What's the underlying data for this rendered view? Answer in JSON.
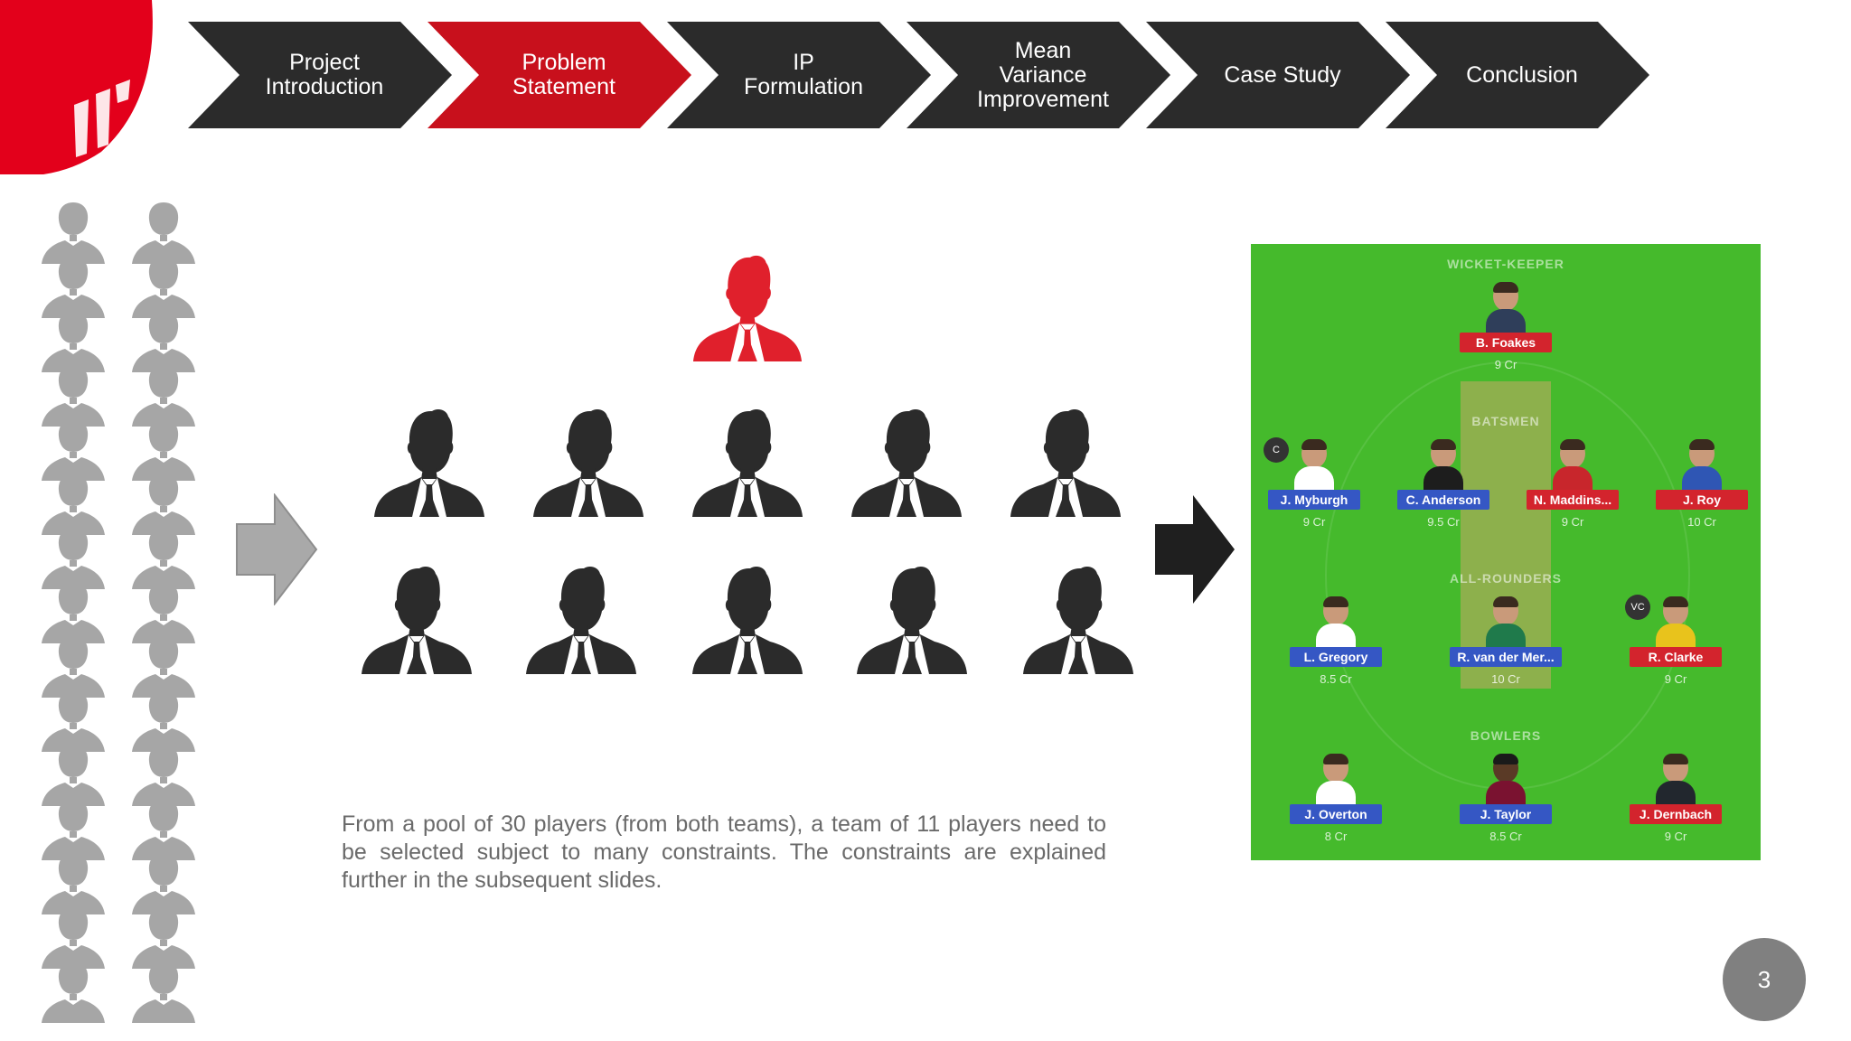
{
  "nav": {
    "steps": [
      {
        "label": "Project Introduction",
        "active": false
      },
      {
        "label": "Problem Statement",
        "active": true
      },
      {
        "label": "IP Formulation",
        "active": false
      },
      {
        "label": "Mean Variance Improvement",
        "active": false
      },
      {
        "label": "Case Study",
        "active": false
      },
      {
        "label": "Conclusion",
        "active": false
      }
    ]
  },
  "colors": {
    "accent": "#c8101c",
    "chevron_dark": "#2b2b2b",
    "pool_gray": "#a6a6a6",
    "player_dark": "#2b2b2b",
    "field_green": "#45ba2c",
    "tag_red": "#d3242d",
    "tag_blue": "#3557c4"
  },
  "icons": {
    "pool": "person-silhouette-icon",
    "leader": "businessman-icon",
    "player": "businessman-icon",
    "arrow": "right-arrow-icon"
  },
  "description": "From a pool of 30 players (from both teams), a team of 11 players need to be selected subject to many constraints. The constraints are explained further in the subsequent slides.",
  "team": {
    "sections": {
      "wicket_keeper": "WICKET-KEEPER",
      "batsmen": "BATSMEN",
      "all_rounders": "ALL-ROUNDERS",
      "bowlers": "BOWLERS"
    },
    "wicket_keeper": [
      {
        "name": "B. Foakes",
        "price": "9 Cr",
        "tag": "red",
        "badge": ""
      }
    ],
    "batsmen": [
      {
        "name": "J. Myburgh",
        "price": "9 Cr",
        "tag": "blue",
        "badge": "C"
      },
      {
        "name": "C. Anderson",
        "price": "9.5 Cr",
        "tag": "blue",
        "badge": ""
      },
      {
        "name": "N. Maddins...",
        "price": "9 Cr",
        "tag": "red",
        "badge": ""
      },
      {
        "name": "J. Roy",
        "price": "10 Cr",
        "tag": "red",
        "badge": ""
      }
    ],
    "all_rounders": [
      {
        "name": "L. Gregory",
        "price": "8.5 Cr",
        "tag": "blue",
        "badge": ""
      },
      {
        "name": "R. van der Mer...",
        "price": "10 Cr",
        "tag": "blue",
        "badge": ""
      },
      {
        "name": "R. Clarke",
        "price": "9 Cr",
        "tag": "red",
        "badge": "VC"
      }
    ],
    "bowlers": [
      {
        "name": "J. Overton",
        "price": "8 Cr",
        "tag": "blue",
        "badge": ""
      },
      {
        "name": "J. Taylor",
        "price": "8.5 Cr",
        "tag": "blue",
        "badge": ""
      },
      {
        "name": "J. Dernbach",
        "price": "9 Cr",
        "tag": "red",
        "badge": ""
      }
    ]
  },
  "page_number": "3"
}
